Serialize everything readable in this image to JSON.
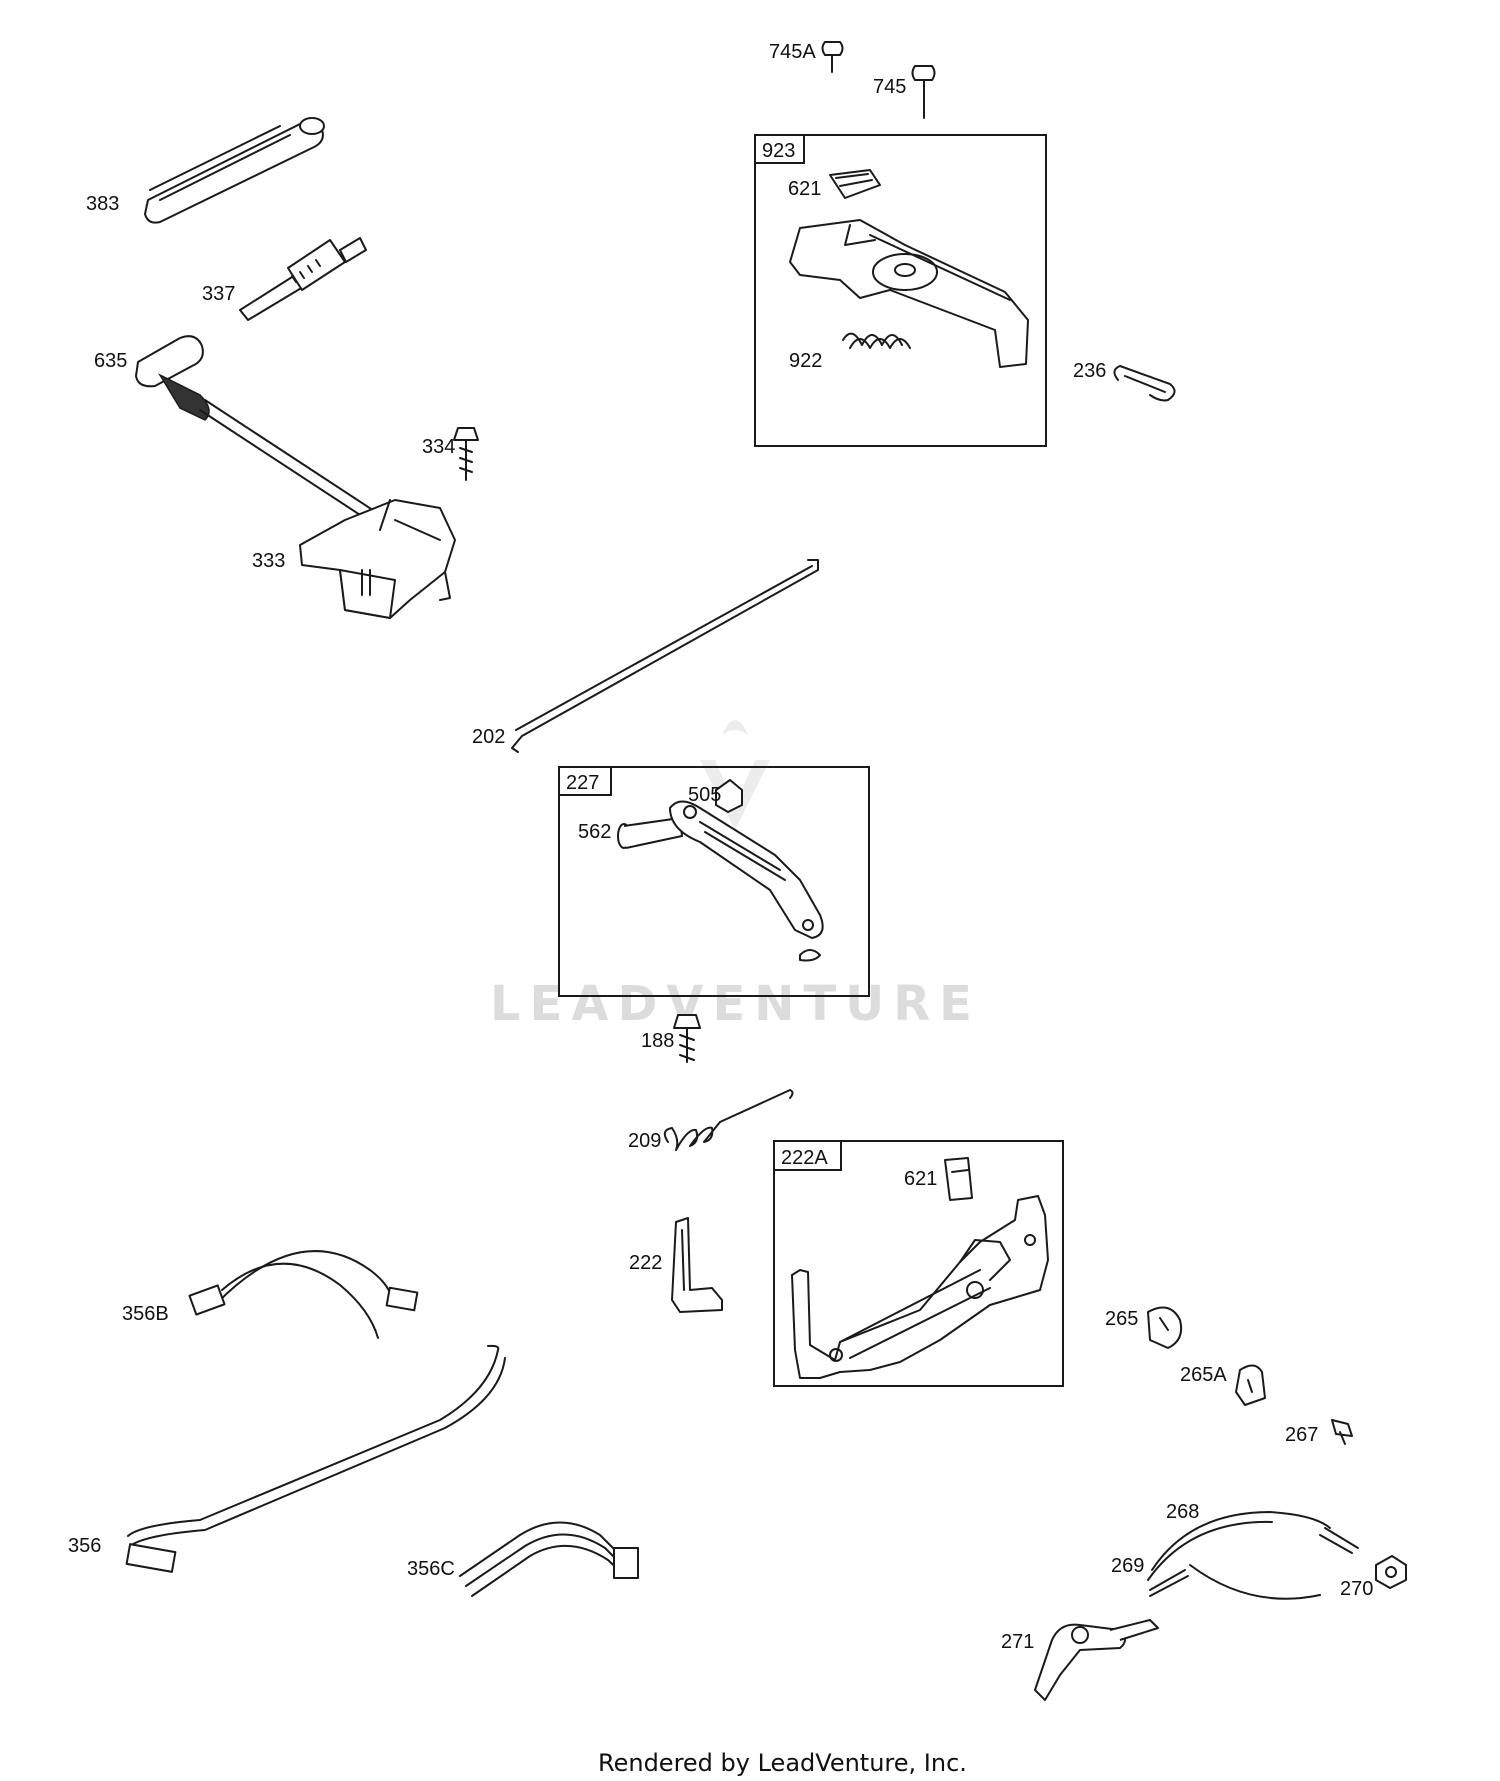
{
  "diagram": {
    "labels": [
      "745A",
      "745",
      "923",
      "621",
      "922",
      "236",
      "383",
      "337",
      "635",
      "334",
      "333",
      "202",
      "227",
      "505",
      "562",
      "188",
      "209",
      "222A",
      "621",
      "222",
      "265",
      "265A",
      "267",
      "356B",
      "356",
      "356C",
      "268",
      "269",
      "270",
      "271"
    ],
    "watermark": "LEADVENTURE",
    "footer": "Rendered by LeadVenture, Inc."
  }
}
